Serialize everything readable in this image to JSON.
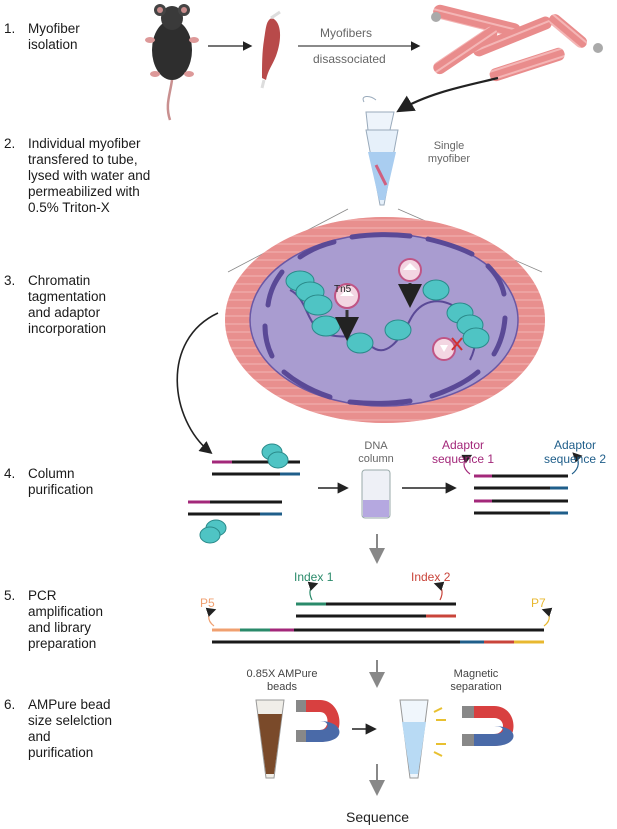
{
  "steps": [
    {
      "num": "1.",
      "lines": [
        "Myofiber",
        "isolation"
      ]
    },
    {
      "num": "2.",
      "lines": [
        "Individual myofiber",
        "transfered to tube,",
        "lysed with water and",
        "permeabilized with",
        "0.5% Triton-X"
      ]
    },
    {
      "num": "3.",
      "lines": [
        "Chromatin",
        "tagmentation",
        "and adaptor",
        "incorporation"
      ]
    },
    {
      "num": "4.",
      "lines": [
        "Column",
        "purification"
      ]
    },
    {
      "num": "5.",
      "lines": [
        "PCR",
        "amplification",
        "and library",
        "preparation"
      ]
    },
    {
      "num": "6.",
      "lines": [
        "AMPure bead",
        "size selelction",
        "and",
        "purification"
      ]
    }
  ],
  "labels": {
    "myofibers": "Myofibers",
    "disassociated": "disassociated",
    "single_myofiber": [
      "Single",
      "myofiber"
    ],
    "tn5": "Tn5",
    "dna_column": [
      "DNA",
      "column"
    ],
    "adaptor1": [
      "Adaptor",
      "sequence 1"
    ],
    "adaptor2": [
      "Adaptor",
      "sequence 2"
    ],
    "index1": "Index 1",
    "index2": "Index 2",
    "p5": "P5",
    "p7": "P7",
    "ampure": [
      "0.85X AMPure",
      "beads"
    ],
    "magnetic": [
      "Magnetic",
      "separation"
    ],
    "sequence": "Sequence"
  },
  "colors": {
    "adaptor1": "#a3287a",
    "adaptor2": "#1f5e8a",
    "index1": "#2a8a6a",
    "index2": "#c9443a",
    "p5": "#f0a070",
    "p7": "#e8b830",
    "nucleosome": "#4fc4c4",
    "nucleus": "#a99cd0",
    "fiber": "#e07a7a"
  },
  "icons": [
    "mouse-icon",
    "muscle-icon",
    "myofiber-bundle-icon",
    "tube-icon",
    "tn5-enzyme-icon",
    "column-icon",
    "magnet-icon"
  ]
}
